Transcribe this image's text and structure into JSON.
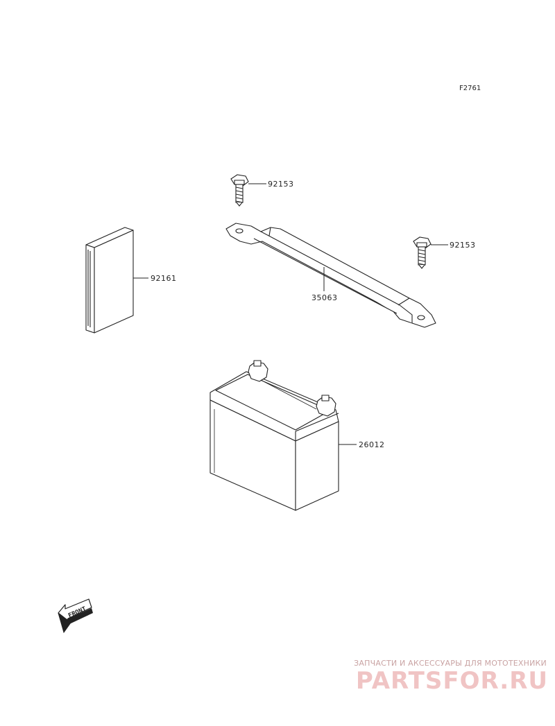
{
  "figure_code": "F2761",
  "parts": {
    "bolt_top": "92153",
    "bolt_right": "92153",
    "bracket": "35063",
    "pad": "92161",
    "battery": "26012"
  },
  "front_arrow": {
    "label": "FRONT",
    "icon": "front-direction-arrow-icon"
  },
  "watermark": {
    "tagline": "ЗАПЧАСТИ И АКСЕССУАРЫ ДЛЯ МОТОТЕХНИКИ",
    "logo": "PARTSFOR.RU"
  },
  "colors": {
    "line": "#222222",
    "watermark_logo": "#f0c4c4",
    "watermark_text": "#c9a3a3"
  }
}
